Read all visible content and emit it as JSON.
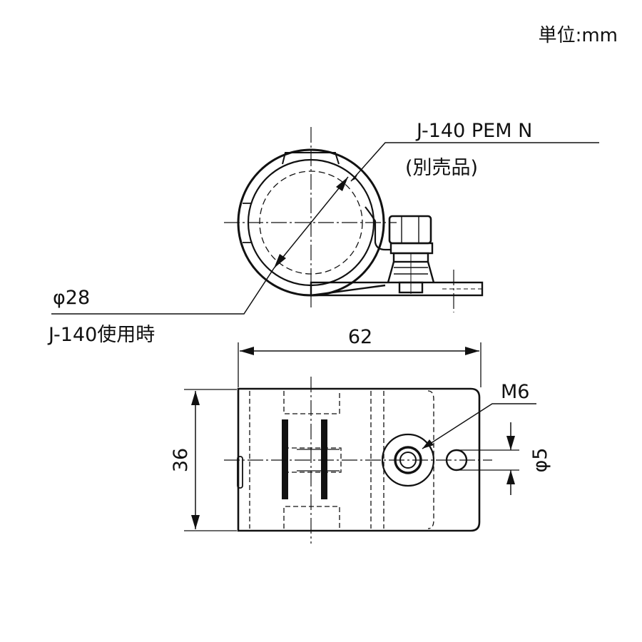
{
  "unit_label": "単位:mm",
  "callouts": {
    "part_number": "J-140 PEM N",
    "part_note": "(別売品)",
    "diameter": "φ28",
    "diameter_note": "J-140使用時",
    "bolt": "M6"
  },
  "dimensions": {
    "width": "62",
    "height": "36",
    "hole": "φ5"
  }
}
